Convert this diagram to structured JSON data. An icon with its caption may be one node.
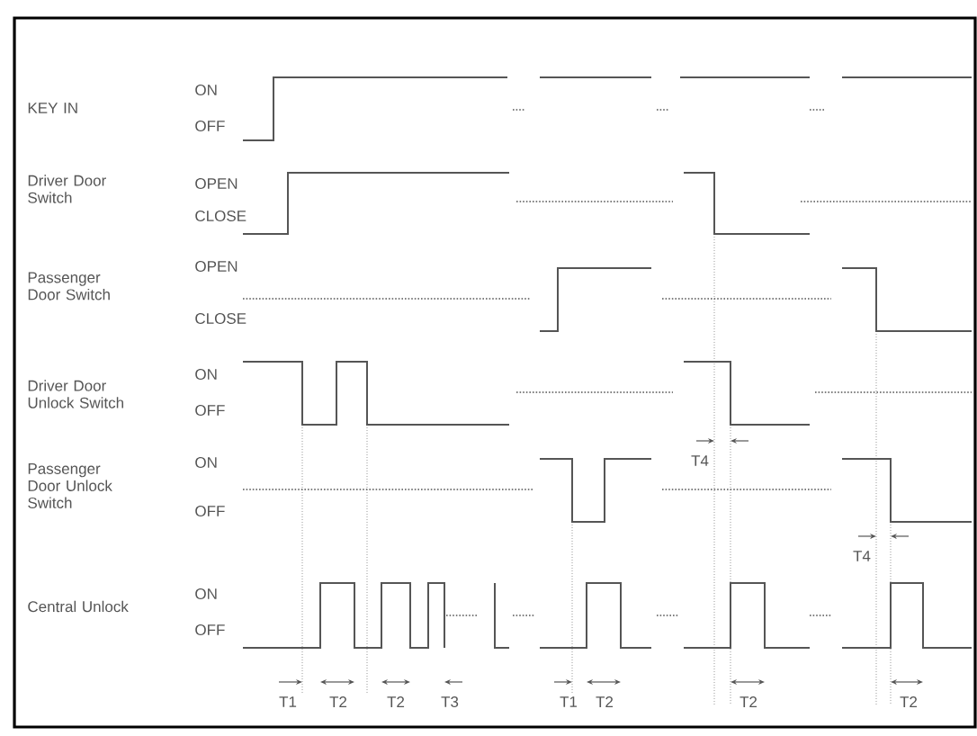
{
  "diagram": {
    "labels": [
      "KEY IN",
      "ON",
      "OFF",
      "Driver Door Switch",
      "OPEN",
      "CLOSE",
      "Passenger Door Switch",
      "OPEN",
      "CLOSE",
      "Driver Door Unlock Switch",
      "ON",
      "OFF",
      "Passenger Door Unlock Switch",
      "ON",
      "OFF",
      "Central Unlock",
      "ON",
      "OFF",
      "T4",
      "T4",
      "T1",
      "T2",
      "T2",
      "T3",
      "T1",
      "T2",
      "T2",
      "T2"
    ]
  }
}
